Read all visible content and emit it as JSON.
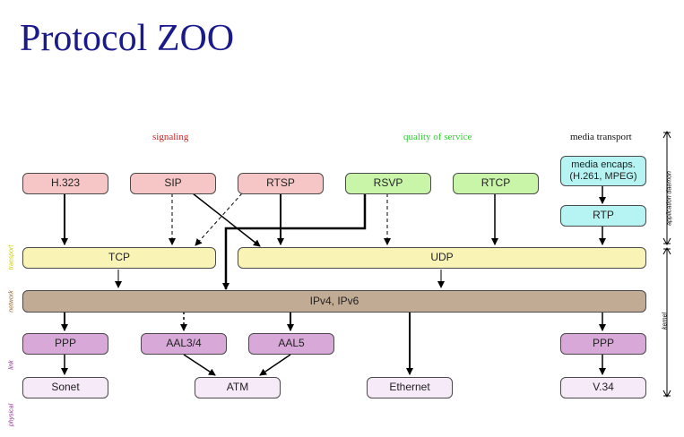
{
  "title": "Protocol ZOO",
  "categories": {
    "signaling": "signaling",
    "qos": "quality of service",
    "media": "media transport"
  },
  "boxes": {
    "h323": "H.323",
    "sip": "SIP",
    "rtsp": "RTSP",
    "rsvp": "RSVP",
    "rtcp": "RTCP",
    "media_encaps": "media encaps.\n(H.261, MPEG)",
    "rtp": "RTP",
    "tcp": "TCP",
    "udp": "UDP",
    "ip": "IPv4, IPv6",
    "ppp_left": "PPP",
    "aal34": "AAL3/4",
    "aal5": "AAL5",
    "ppp_right": "PPP",
    "sonet": "Sonet",
    "atm": "ATM",
    "ethernet": "Ethernet",
    "v34": "V.34"
  },
  "layers": {
    "transport": "transport",
    "network": "network",
    "link": "link",
    "physical": "physical"
  },
  "right_labels": {
    "application_daemon": "application daemon",
    "kernel": "kernel"
  },
  "colors": {
    "title": "#1a1a8c",
    "signaling": "#cc2222",
    "qos": "#33cc33",
    "transport_label": "#cccc00",
    "network_label": "#996633",
    "link_label": "#993399",
    "physical_label": "#993399"
  }
}
